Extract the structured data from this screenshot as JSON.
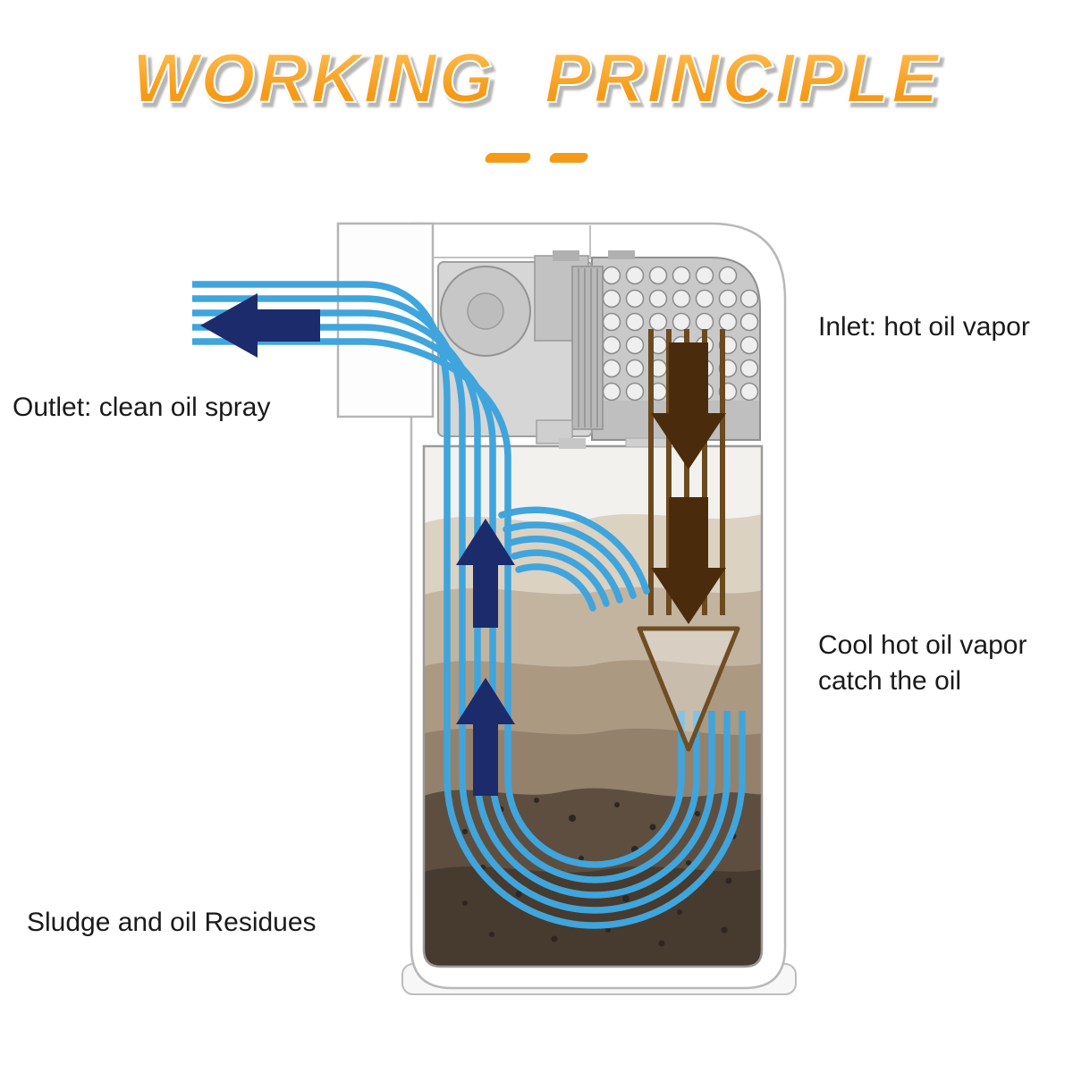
{
  "title": "WORKING PRINCIPLE",
  "labels": {
    "inlet": "Inlet: hot oil vapor",
    "outlet": "Outlet: clean oil spray",
    "cool_line1": "Cool hot oil vapor",
    "cool_line2": "catch the oil",
    "sludge": "Sludge and oil Residues"
  },
  "colors": {
    "title_orange_light": "#FFC45E",
    "title_orange_dark": "#F59A18",
    "flow_blue": "#3FA5DC",
    "arrow_navy": "#1B2B6B",
    "vapor_brown": "#4A2C0D",
    "vapor_line_brown": "#6B4A1F",
    "label_text": "#1A1A1A"
  }
}
